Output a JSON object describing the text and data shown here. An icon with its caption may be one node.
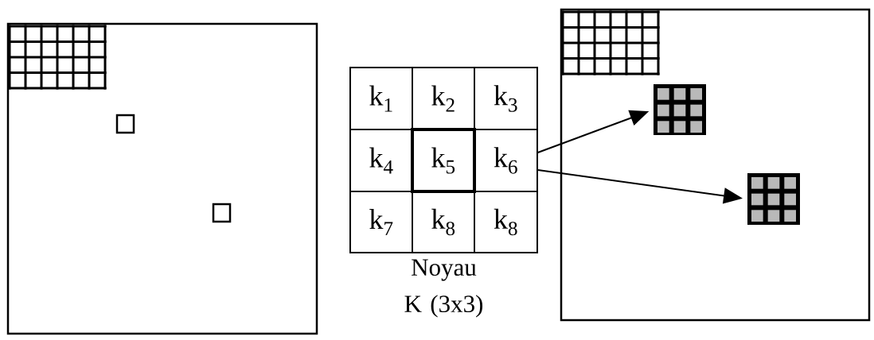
{
  "diagram": {
    "nodes": [
      {
        "text": [],
        "shape": "box"
      },
      {
        "text": [],
        "shape": "box",
        "in": 0
      },
      {
        "text": [],
        "shape": "box",
        "in": 0
      },
      {
        "text": [
          "Noyau K (3x3)"
        ]
      },
      {
        "text": [
          "k$_{1}$"
        ],
        "in": 3
      },
      {
        "text": [
          "k$_{2}$"
        ],
        "in": 3
      },
      {
        "text": [
          "k$_{3}$"
        ],
        "in": 3
      },
      {
        "text": [
          "k$_{4}$"
        ],
        "in": 3
      },
      {
        "text": [
          "k$_{5}$"
        ],
        "in": 3
      },
      {
        "text": [
          "k$_{6}$"
        ],
        "in": 3
      },
      {
        "text": [
          "k$_{7}$"
        ],
        "in": 3
      },
      {
        "text": [
          "k$_{8}$"
        ],
        "in": 3
      },
      {
        "text": [
          "k$_{8}$"
        ],
        "in": 3
      },
      {
        "text": [],
        "shape": "box"
      },
      {
        "text": [],
        "shape": "box",
        "in": 13
      },
      {
        "text": [],
        "shape": "box",
        "in": 13
      }
    ],
    "edges": [
      {
        "from": 9,
        "to": 14,
        "arrow": "to"
      },
      {
        "from": 9,
        "to": 15,
        "arrow": "to"
      }
    ]
  }
}
